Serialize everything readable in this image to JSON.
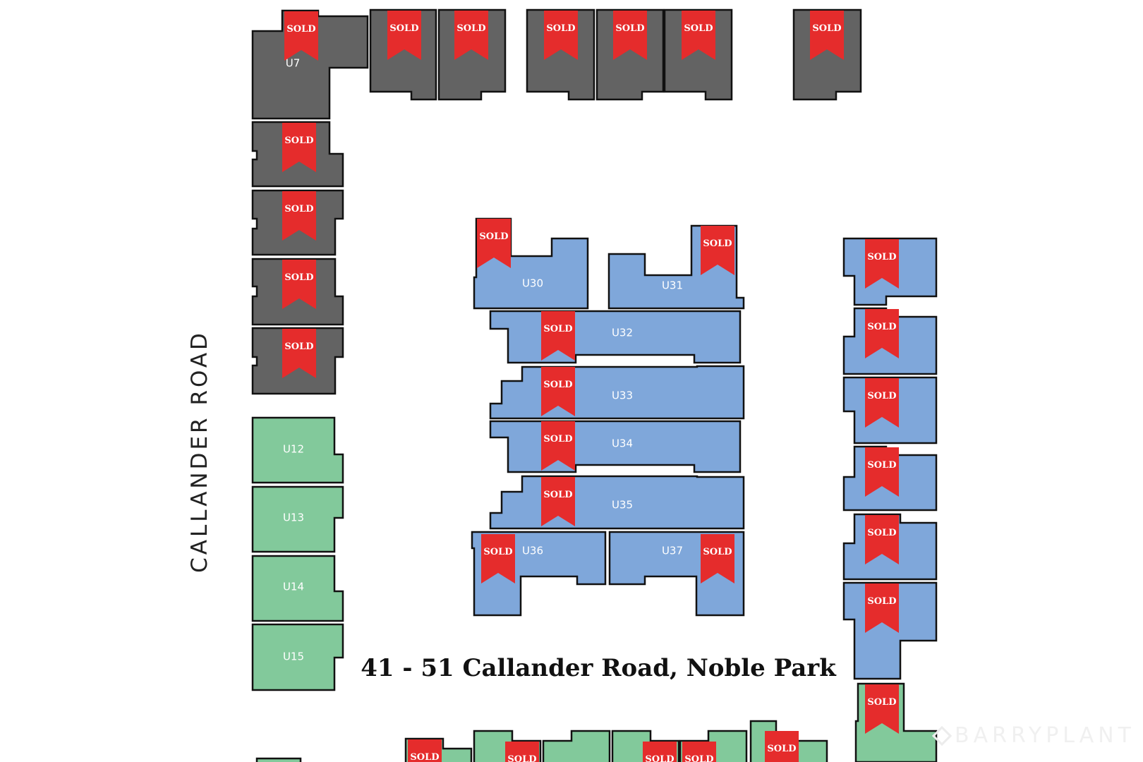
{
  "street_label": "CALLANDER ROAD",
  "address": "41 - 51 Callander Road, Noble Park",
  "watermark": "BARRYPLANT",
  "status_label": "SOLD",
  "colors": {
    "sold_ribbon": "#e52c2c",
    "lot_sold_grey": "#636363",
    "lot_blue": "#7fa7da",
    "lot_green": "#82c99b",
    "outline": "#111111"
  },
  "lots": [
    {
      "id": "u7",
      "label": "U7",
      "color": "grey",
      "sold": true
    },
    {
      "id": "top-2",
      "label": "",
      "color": "grey",
      "sold": true
    },
    {
      "id": "top-3",
      "label": "",
      "color": "grey",
      "sold": true
    },
    {
      "id": "top-4",
      "label": "",
      "color": "grey",
      "sold": true
    },
    {
      "id": "top-5",
      "label": "",
      "color": "grey",
      "sold": true
    },
    {
      "id": "top-6",
      "label": "",
      "color": "grey",
      "sold": true
    },
    {
      "id": "top-7",
      "label": "",
      "color": "grey",
      "sold": true
    },
    {
      "id": "left-8",
      "label": "",
      "color": "grey",
      "sold": true
    },
    {
      "id": "left-9",
      "label": "",
      "color": "grey",
      "sold": true
    },
    {
      "id": "left-10",
      "label": "",
      "color": "grey",
      "sold": true
    },
    {
      "id": "left-11",
      "label": "",
      "color": "grey",
      "sold": true
    },
    {
      "id": "u12",
      "label": "U12",
      "color": "green",
      "sold": false
    },
    {
      "id": "u13",
      "label": "U13",
      "color": "green",
      "sold": false
    },
    {
      "id": "u14",
      "label": "U14",
      "color": "green",
      "sold": false
    },
    {
      "id": "u15",
      "label": "U15",
      "color": "green",
      "sold": false
    },
    {
      "id": "u30",
      "label": "U30",
      "color": "blue",
      "sold": true
    },
    {
      "id": "u31",
      "label": "U31",
      "color": "blue",
      "sold": true
    },
    {
      "id": "u32",
      "label": "U32",
      "color": "blue",
      "sold": true
    },
    {
      "id": "u33",
      "label": "U33",
      "color": "blue",
      "sold": true
    },
    {
      "id": "u34",
      "label": "U34",
      "color": "blue",
      "sold": true
    },
    {
      "id": "u35",
      "label": "U35",
      "color": "blue",
      "sold": true
    },
    {
      "id": "u36",
      "label": "U36",
      "color": "blue",
      "sold": true
    },
    {
      "id": "u37",
      "label": "U37",
      "color": "blue",
      "sold": true
    },
    {
      "id": "right-1",
      "label": "",
      "color": "blue",
      "sold": true
    },
    {
      "id": "right-2",
      "label": "",
      "color": "blue",
      "sold": true
    },
    {
      "id": "right-3",
      "label": "",
      "color": "blue",
      "sold": true
    },
    {
      "id": "right-4",
      "label": "",
      "color": "blue",
      "sold": true
    },
    {
      "id": "right-5",
      "label": "",
      "color": "blue",
      "sold": true
    },
    {
      "id": "right-6",
      "label": "",
      "color": "blue",
      "sold": true
    },
    {
      "id": "right-7",
      "label": "",
      "color": "green",
      "sold": true
    },
    {
      "id": "bottom-1",
      "label": "",
      "color": "green",
      "sold": false
    },
    {
      "id": "bottom-2",
      "label": "",
      "color": "green",
      "sold": true
    },
    {
      "id": "bottom-3",
      "label": "",
      "color": "green",
      "sold": true
    },
    {
      "id": "bottom-4",
      "label": "",
      "color": "green",
      "sold": false
    },
    {
      "id": "bottom-5",
      "label": "",
      "color": "green",
      "sold": true
    },
    {
      "id": "bottom-6",
      "label": "",
      "color": "green",
      "sold": true
    },
    {
      "id": "bottom-7",
      "label": "",
      "color": "green",
      "sold": true
    }
  ]
}
